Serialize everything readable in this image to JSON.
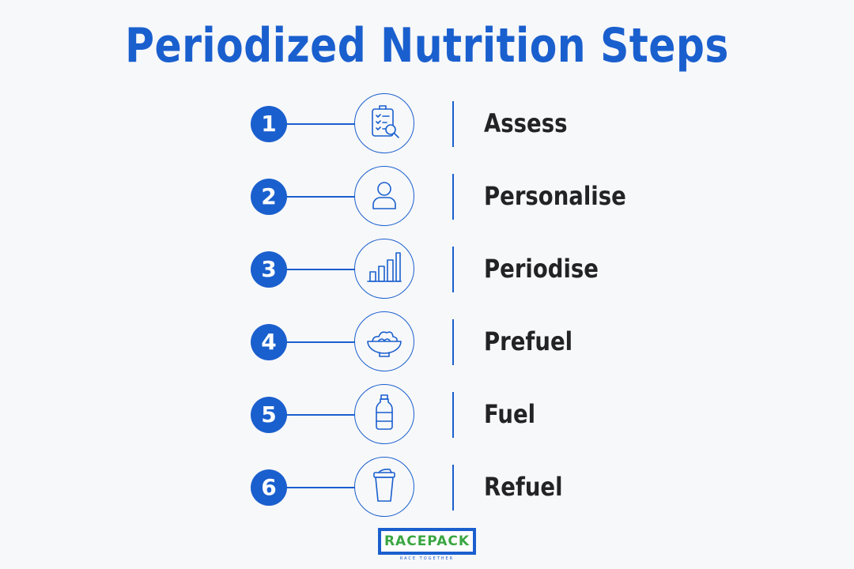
{
  "title": "Periodized Nutrition Steps",
  "colors": {
    "primary": "#1a5fce",
    "text": "#232325",
    "background": "#f7f8fa",
    "logo_green": "#3aa642"
  },
  "steps": [
    {
      "number": "1",
      "label": "Assess",
      "icon": "clipboard-search-icon"
    },
    {
      "number": "2",
      "label": "Personalise",
      "icon": "person-icon"
    },
    {
      "number": "3",
      "label": "Periodise",
      "icon": "bar-chart-icon"
    },
    {
      "number": "4",
      "label": "Prefuel",
      "icon": "food-bowl-icon"
    },
    {
      "number": "5",
      "label": "Fuel",
      "icon": "water-bottle-icon"
    },
    {
      "number": "6",
      "label": "Refuel",
      "icon": "shaker-cup-icon"
    }
  ],
  "logo": {
    "name": "RACEPACK",
    "tagline": "RACE TOGETHER"
  }
}
